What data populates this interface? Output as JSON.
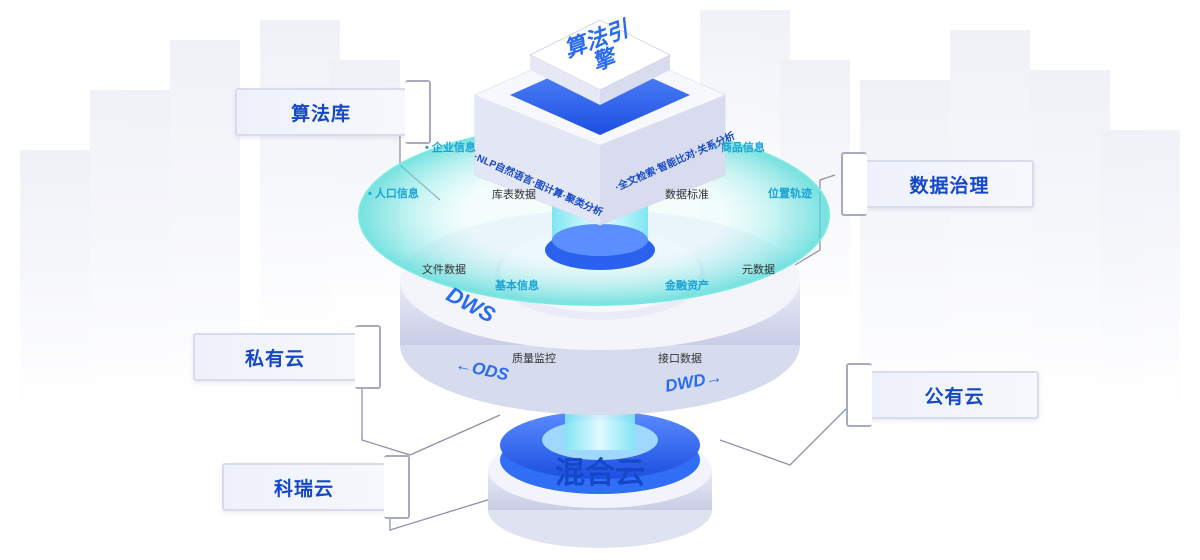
{
  "engine": {
    "title": "算法引擎",
    "line_left": "·NLP自然语言·图计算·聚类分析",
    "line_right": "·全文检索·智能比对·关系分析"
  },
  "side_labels": {
    "algo_lib": "算法库",
    "data_gov": "数据治理",
    "private_cloud": "私有云",
    "public_cloud": "公有云",
    "kerui_cloud": "科瑞云"
  },
  "ring_tags": {
    "enterprise": "企业信息",
    "population": "人口信息",
    "goods": "商品信息",
    "location": "位置轨迹",
    "basic": "基本信息",
    "finance": "金融资产"
  },
  "disc_labels": {
    "table_data": "库表数据",
    "data_standard": "数据标准",
    "file_data": "文件数据",
    "meta_data": "元数据",
    "quality": "质量监控",
    "interface": "接口数据"
  },
  "layers": {
    "dws": "DWS",
    "ods": "←ODS",
    "dwd": "DWD→",
    "hybrid": "混合云"
  },
  "colors": {
    "accent": "#1448c8",
    "cyan": "#1aa3d6",
    "ring": "#6fe3e0"
  }
}
